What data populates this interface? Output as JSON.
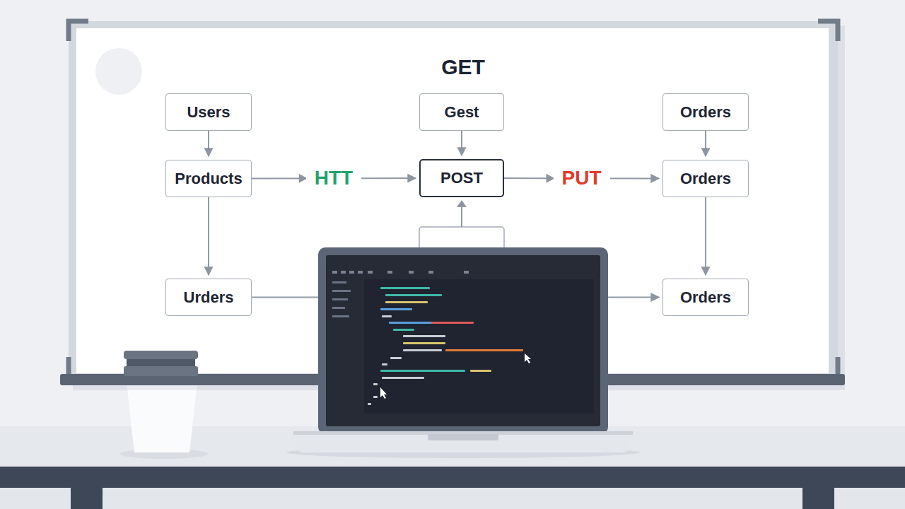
{
  "diagram": {
    "title": "GET",
    "nodes": [
      {
        "text": [
          "Users"
        ]
      },
      {
        "text": [
          "Gest"
        ]
      },
      {
        "text": [
          "Orders"
        ]
      },
      {
        "text": [
          "Products"
        ]
      },
      {
        "text": [
          "POST"
        ]
      },
      {
        "text": [
          "Orders"
        ]
      },
      {
        "text": [
          "Urders"
        ]
      },
      {
        "text": [
          "Orders"
        ]
      }
    ],
    "edges": [
      {
        "from": 0,
        "to": 3,
        "arrow": "to"
      },
      {
        "from": 1,
        "to": 4,
        "arrow": "to"
      },
      {
        "from": 2,
        "to": 5,
        "arrow": "to"
      },
      {
        "from": 3,
        "to": 4,
        "label": "HTT",
        "arrow": "to"
      },
      {
        "from": 4,
        "to": 5,
        "label": "PUT",
        "arrow": "to"
      },
      {
        "from": 3,
        "to": 6,
        "arrow": "to"
      },
      {
        "from": 5,
        "to": 7,
        "arrow": "to"
      },
      {
        "from": 6,
        "to": 7,
        "arrow": "to"
      }
    ]
  }
}
